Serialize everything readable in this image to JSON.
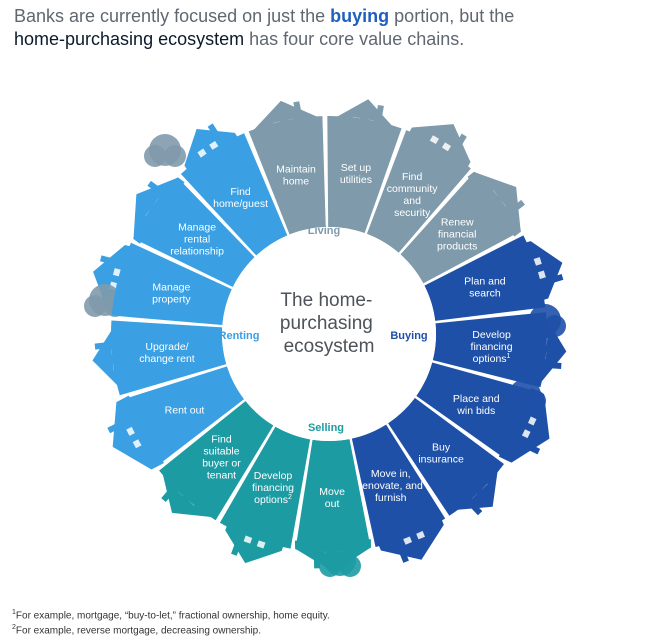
{
  "headline": {
    "part1": "Banks are currently focused on just the ",
    "buying": "buying",
    "part2": " portion, but the ",
    "ecosystem": "home-purchasing ecosystem",
    "part3": " has four core value chains."
  },
  "center": {
    "lines": [
      "The home-",
      "purchasing",
      "ecosystem"
    ]
  },
  "groups": {
    "living": {
      "label": "Living",
      "color": "#7f9aab"
    },
    "buying": {
      "label": "Buying",
      "color": "#1e50a8"
    },
    "selling": {
      "label": "Selling",
      "color": "#1d9ba3"
    },
    "renting": {
      "label": "Renting",
      "color": "#3a9fe3"
    }
  },
  "segments": [
    {
      "group": "living",
      "lines": [
        "Set up",
        "utilities"
      ]
    },
    {
      "group": "living",
      "lines": [
        "Find",
        "community",
        "and",
        "security"
      ]
    },
    {
      "group": "living",
      "lines": [
        "Renew",
        "financial",
        "products"
      ]
    },
    {
      "group": "buying",
      "lines": [
        "Plan and",
        "search"
      ]
    },
    {
      "group": "buying",
      "lines": [
        "Develop",
        "financing",
        "options"
      ],
      "sup": "1"
    },
    {
      "group": "buying",
      "lines": [
        "Place and",
        "win bids"
      ]
    },
    {
      "group": "buying",
      "lines": [
        "Buy",
        "insurance"
      ]
    },
    {
      "group": "buying",
      "lines": [
        "Move in,",
        "renovate, and",
        "furnish"
      ]
    },
    {
      "group": "selling",
      "lines": [
        "Move",
        "out"
      ]
    },
    {
      "group": "selling",
      "lines": [
        "Develop",
        "financing",
        "options"
      ],
      "sup": "2"
    },
    {
      "group": "selling",
      "lines": [
        "Find",
        "suitable",
        "buyer or",
        "tenant"
      ]
    },
    {
      "group": "renting",
      "lines": [
        "Rent out"
      ]
    },
    {
      "group": "renting",
      "lines": [
        "Upgrade/",
        "change rent"
      ]
    },
    {
      "group": "renting",
      "lines": [
        "Manage",
        "property"
      ]
    },
    {
      "group": "renting",
      "lines": [
        "Manage",
        "rental",
        "relationship"
      ]
    },
    {
      "group": "renting",
      "lines": [
        "Find",
        "home/guest"
      ]
    },
    {
      "group": "living",
      "lines": [
        "Maintain",
        "home"
      ]
    }
  ],
  "footnotes": [
    {
      "mark": "1",
      "text": "For example, mortgage, “buy-to-let,” fractional ownership, home equity."
    },
    {
      "mark": "2",
      "text": "For example, reverse mortgage, decreasing ownership."
    }
  ]
}
